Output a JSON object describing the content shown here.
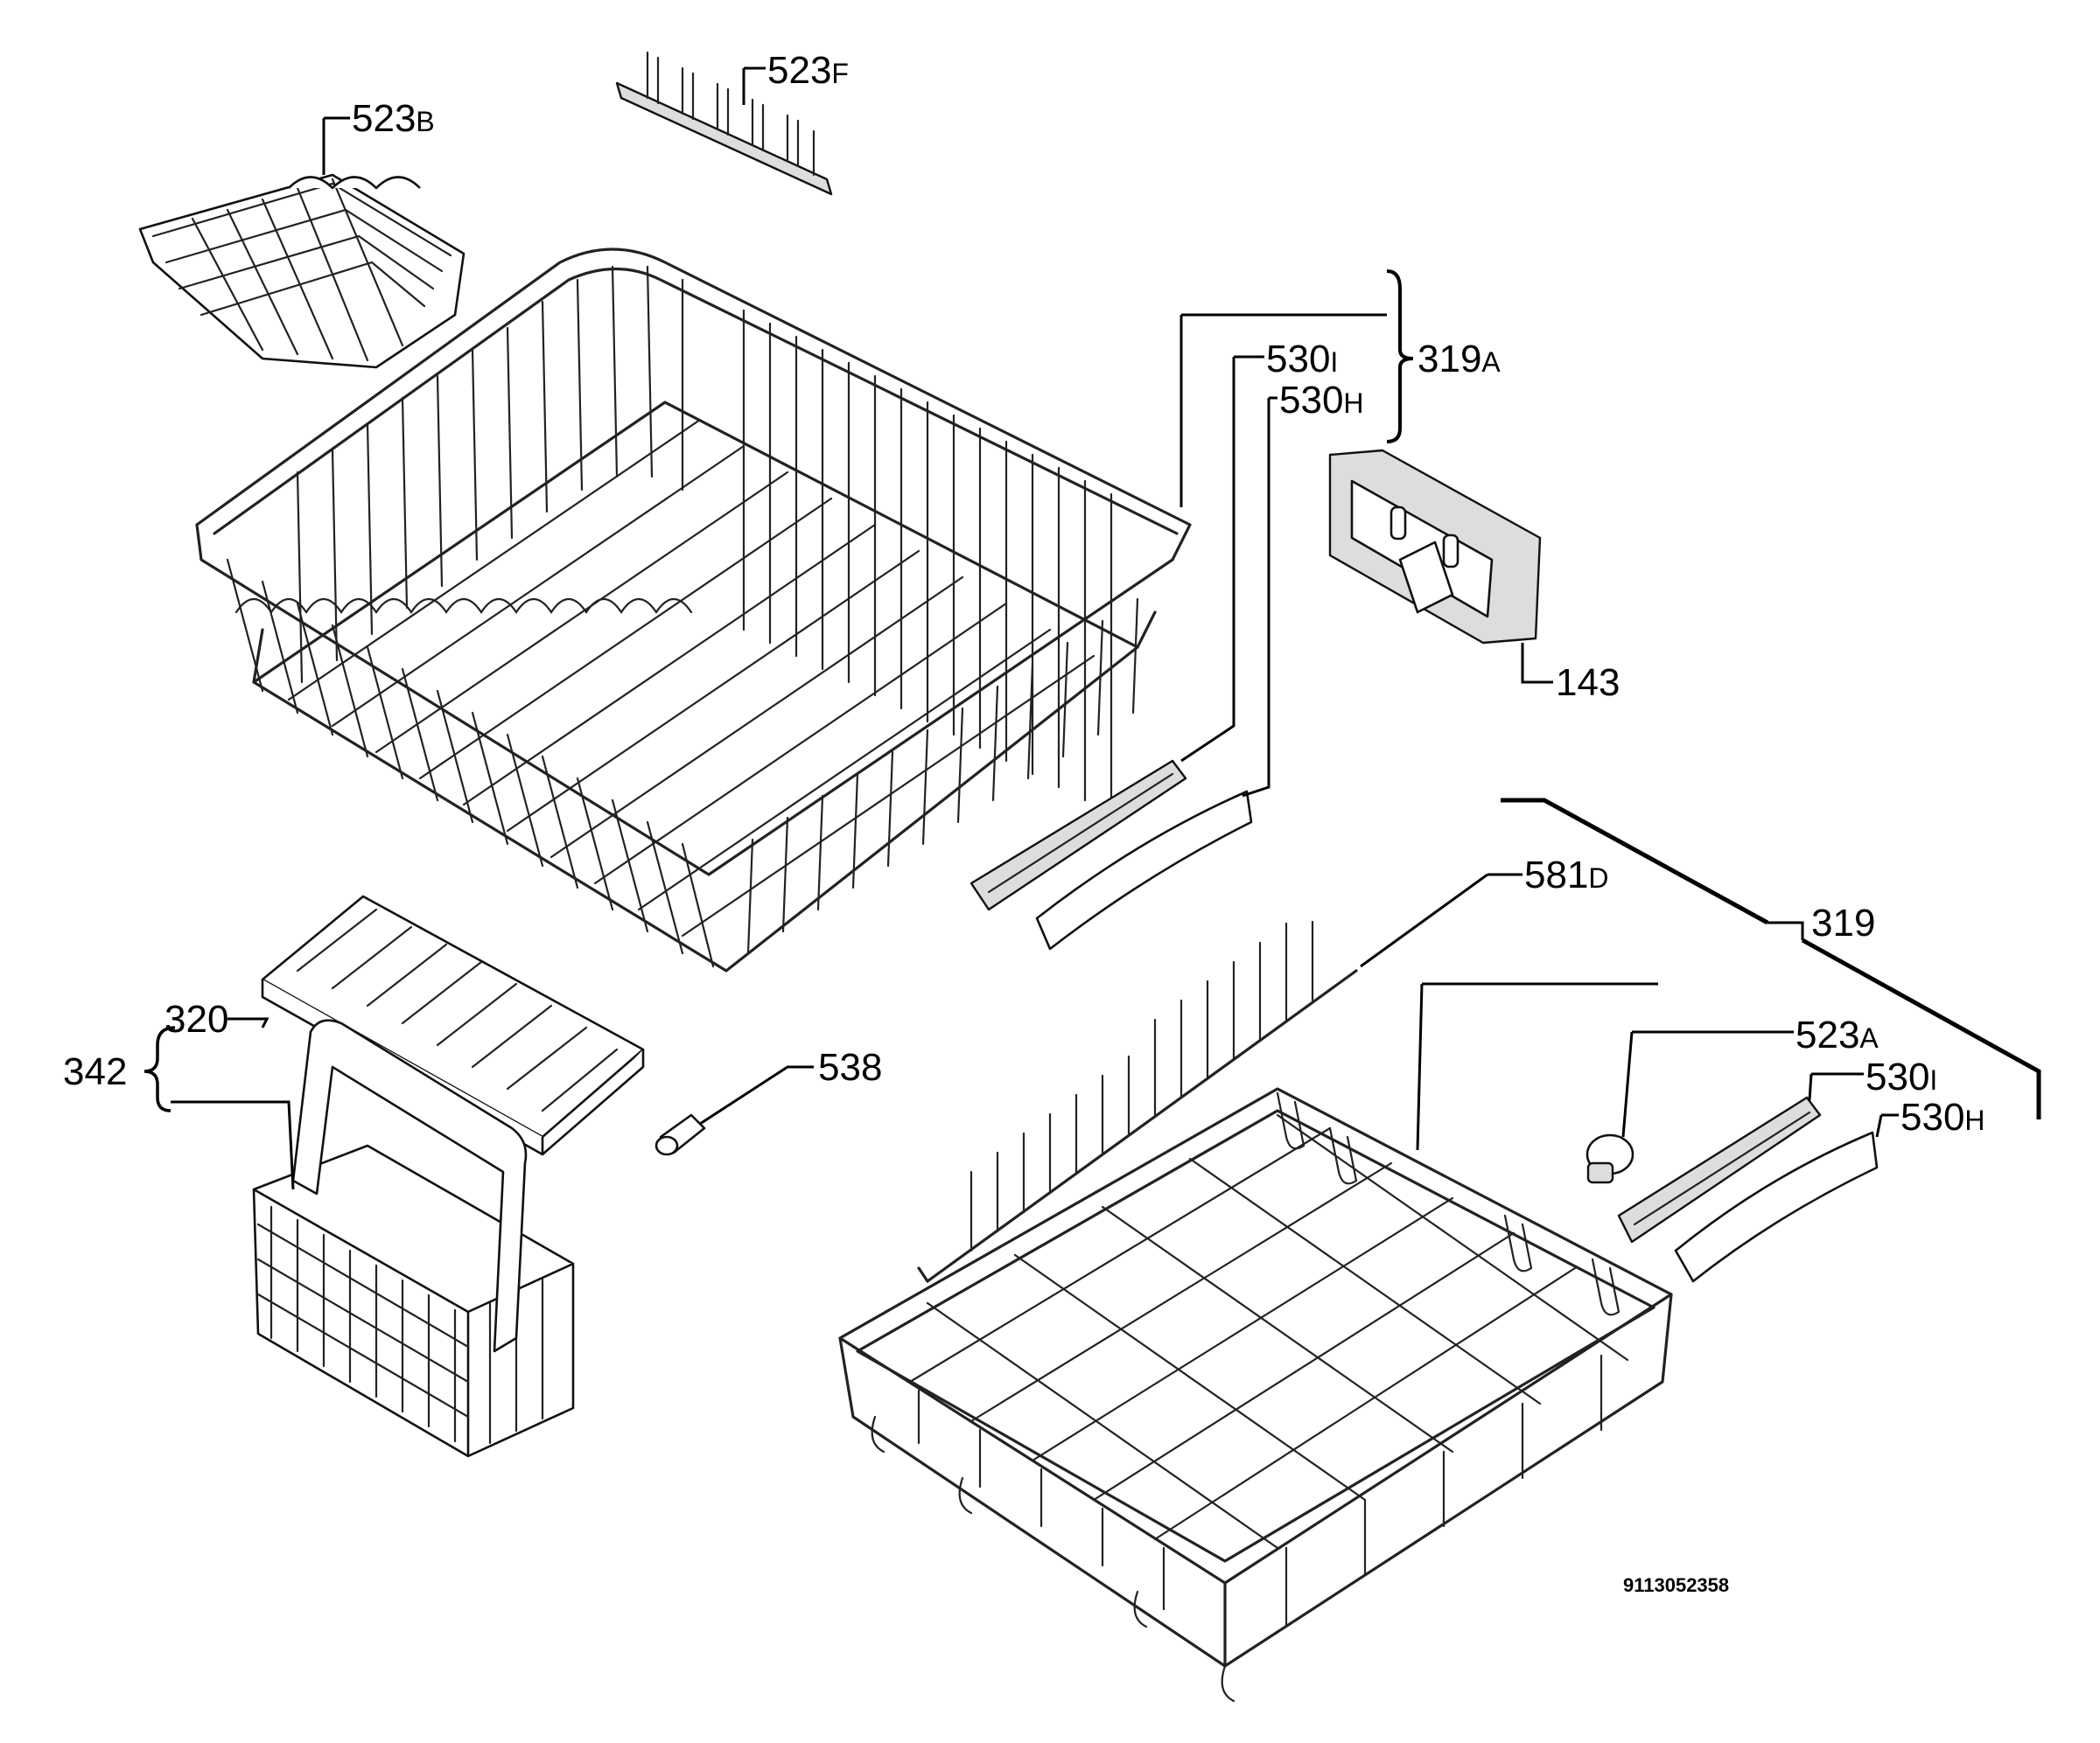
{
  "labels": {
    "l523b": {
      "num": "523",
      "suffix": "B"
    },
    "l523f": {
      "num": "523",
      "suffix": "F"
    },
    "l530i_top": {
      "num": "530",
      "suffix": "I"
    },
    "l530h_top": {
      "num": "530",
      "suffix": "H"
    },
    "l319a": {
      "num": "319",
      "suffix": "A"
    },
    "l143": {
      "num": "143",
      "suffix": ""
    },
    "l581d": {
      "num": "581",
      "suffix": "D"
    },
    "l319": {
      "num": "319",
      "suffix": ""
    },
    "l523a": {
      "num": "523",
      "suffix": "A"
    },
    "l530i_bot": {
      "num": "530",
      "suffix": "I"
    },
    "l530h_bot": {
      "num": "530",
      "suffix": "H"
    },
    "l320": {
      "num": "320",
      "suffix": ""
    },
    "l342": {
      "num": "342",
      "suffix": ""
    },
    "l538": {
      "num": "538",
      "suffix": ""
    }
  },
  "drawing_code": "9113052358"
}
